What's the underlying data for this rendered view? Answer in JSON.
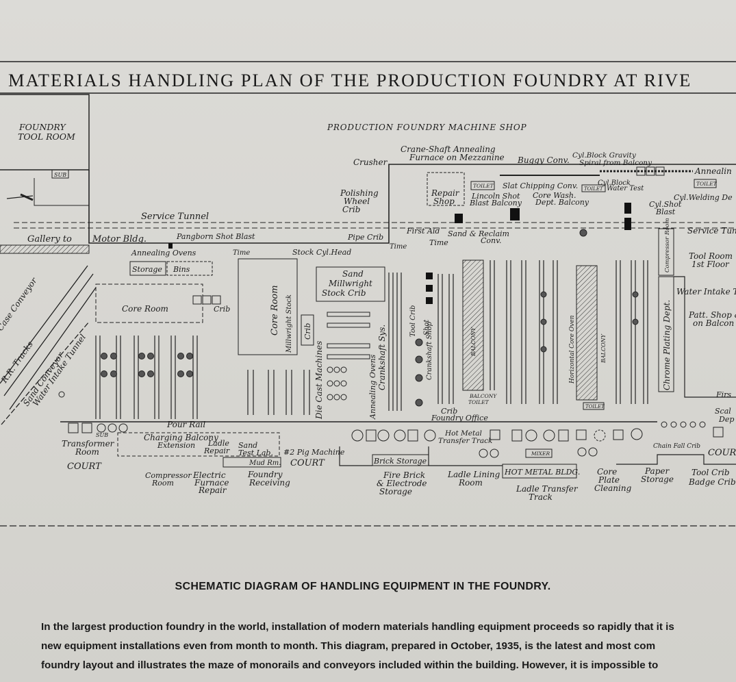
{
  "title": "MATERIALS HANDLING PLAN OF THE PRODUCTION FOUNDRY AT RIVE",
  "labels": {
    "foundry_tool_room_1": "FOUNDRY",
    "foundry_tool_room_2": "TOOL ROOM",
    "sub_top": "SUB",
    "machine_shop": "PRODUCTION FOUNDRY MACHINE SHOP",
    "crane_shaft_1": "Crane-Shaft Annealing",
    "crane_shaft_2": "Furnace on Mezzanine",
    "buggy_conv": "Buggy Conv.",
    "cyl_block_1": "Cyl.Block Gravity",
    "cyl_block_2": "Spiral from Balcony",
    "annealing_right": "Annealin",
    "crusher": "Crusher",
    "polishing_1": "Polishing",
    "polishing_2": "Wheel",
    "polishing_3": "Crib",
    "repair_1": "Repair",
    "repair_2": "Shop",
    "toilet": "TOILET",
    "slat_chipping": "Slat Chipping Conv.",
    "lincoln_1": "Lincoln Shot",
    "lincoln_2": "Blast Balcony",
    "core_wash_1": "Core Wash.",
    "core_wash_2": "Dept. Balcony",
    "cyl_block_water_1": "Cyl.Block",
    "cyl_block_water_2": "Water Test",
    "cyl_welding": "Cyl.Welding De",
    "cyl_shot_1": "Cyl.Shot",
    "cyl_shot_2": "Blast",
    "service_tunnel": "Service Tunnel",
    "service_tunnel_right": "Service Tun",
    "gallery": "Gallery to",
    "motor_bldg": "Motor Bldg.",
    "pangborn": "Pangborn Shot Blast",
    "pipe_crib": "Pipe Crib",
    "first_aid": "First Aid",
    "time": "Time",
    "sand_reclaim_1": "Sand & Reclaim",
    "sand_reclaim_2": "Conv.",
    "annealing_ovens": "Annealing Ovens",
    "storage": "Storage",
    "bins": "Bins",
    "stock_cyl_head": "Stock Cyl.Head",
    "sand_1": "Sand",
    "sand_2": "Millwright",
    "sand_3": "Stock Crib",
    "compressor_room_v": "Compressor Room",
    "tool_room_1": "Tool Room",
    "tool_room_2": "1st Floor",
    "water_intake_right": "Water Intake T",
    "patt_shop_1": "Patt. Shop &",
    "patt_shop_2": "on Balcon",
    "core_room_left": "Core Room",
    "crib": "Crib",
    "core_room_v": "Core Room",
    "millwright_stock": "Millwright Stock",
    "crib_v": "Crib",
    "die_cast": "Die Cast Machines",
    "annealing_ovens_v": "Annealing Ovens",
    "crankshaft_sys": "Crankshaft Sys.",
    "tool_crib_v": "Tool Crib",
    "crankshaft_shop": "Crankshaft Shop",
    "shot_v": "Shot",
    "balcony": "BALCONY",
    "horizontal_core_oven": "Horizontal Core Oven",
    "chrome_plating": "Chrome Plating Dept.",
    "case_conveyor": "Case Conveyor",
    "rr_tracks": "R.R. Tracks",
    "sand_conveyor": "Sand Conveyor",
    "water_intake_tunnel": "Water Intake Tunnel",
    "balcony_toilet_1": "BALCONY",
    "balcony_toilet_2": "TOILET",
    "crib_foundry_1": "Crib",
    "crib_foundry_2": "Foundry Office",
    "hot_metal_transfer_1": "Hot Metal",
    "hot_metal_transfer_2": "Transfer Track",
    "pour_rail": "Pour Rail",
    "sub_bottom": "SUB",
    "charging_balcony": "Charging Balcony",
    "extension": "Extension",
    "ladle_repair_1": "Ladle",
    "ladle_repair_2": "Repair",
    "sand_test_1": "Sand",
    "sand_test_2": "Test Lab.",
    "mud_rm": "Mud Rm.",
    "pig_machine": "#2 Pig Machine",
    "transformer_1": "Transformer",
    "transformer_2": "Room",
    "court_left": "COURT",
    "court_mid": "COURT",
    "court_right": "COUR",
    "compressor_room_1": "Compressor",
    "compressor_room_2": "Room",
    "electric_furnace_1": "Electric",
    "electric_furnace_2": "Furnace",
    "electric_furnace_3": "Repair",
    "foundry_receiving_1": "Foundry",
    "foundry_receiving_2": "Receiving",
    "brick_storage": "Brick Storage",
    "firebrick_1": "Fire Brick",
    "firebrick_2": "& Electrode",
    "firebrick_3": "Storage",
    "ladle_lining_1": "Ladle Lining",
    "ladle_lining_2": "Room",
    "hot_metal_bldg": "HOT METAL BLDG.",
    "mixer": "MIXER",
    "ladle_transfer_1": "Ladle Transfer",
    "ladle_transfer_2": "Track",
    "core_plate_1": "Core",
    "core_plate_2": "Plate",
    "core_plate_3": "Cleaning",
    "paper_storage_1": "Paper",
    "paper_storage_2": "Storage",
    "tool_crib_badge_1": "Tool Crib",
    "tool_crib_badge_2": "Badge Crib",
    "chain_fall": "Chain Fall Crib",
    "scale_1": "Scal",
    "scale_2": "Dep",
    "first_right": "Firs"
  },
  "caption": {
    "title": "SCHEMATIC DIAGRAM OF HANDLING EQUIPMENT IN THE FOUNDRY.",
    "lines": [
      "In the largest production foundry in the world, installation of modern materials handling equipment proceeds so rapidly that it is",
      "new equipment installations even from month to month. This diagram, prepared in October, 1935, is the latest and most com",
      "foundry layout and illustrates the maze of monorails and conveyors included within the building. However, it is impossible to"
    ]
  }
}
